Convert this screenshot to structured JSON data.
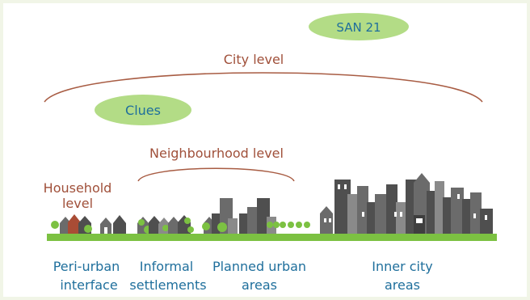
{
  "pills": {
    "san": "SAN 21",
    "clues": "Clues"
  },
  "levels": {
    "city": "City level",
    "neighbourhood": "Neighbourhood level",
    "household_line1": "Household",
    "household_line2": "level"
  },
  "areas": {
    "peri_line1": "Peri-urban",
    "peri_line2": "interface",
    "informal_line1": "Informal",
    "informal_line2": "settlements",
    "planned_line1": "Planned urban",
    "planned_line2": "areas",
    "inner_line1": "Inner city",
    "inner_line2": "areas"
  },
  "colors": {
    "background": "#f1f5e7",
    "pill_fill": "#b3dc86",
    "pill_text": "#1f6f9c",
    "level_text": "#a0503a",
    "arc_stroke": "#a85c43",
    "ground": "#7cc142",
    "building_dark": "#4f4f4f",
    "building_mid": "#6b6b6b",
    "building_light": "#8a8a8a",
    "roof_red": "#a94c35",
    "bush": "#7cc142",
    "area_text": "#1f6f9c"
  }
}
